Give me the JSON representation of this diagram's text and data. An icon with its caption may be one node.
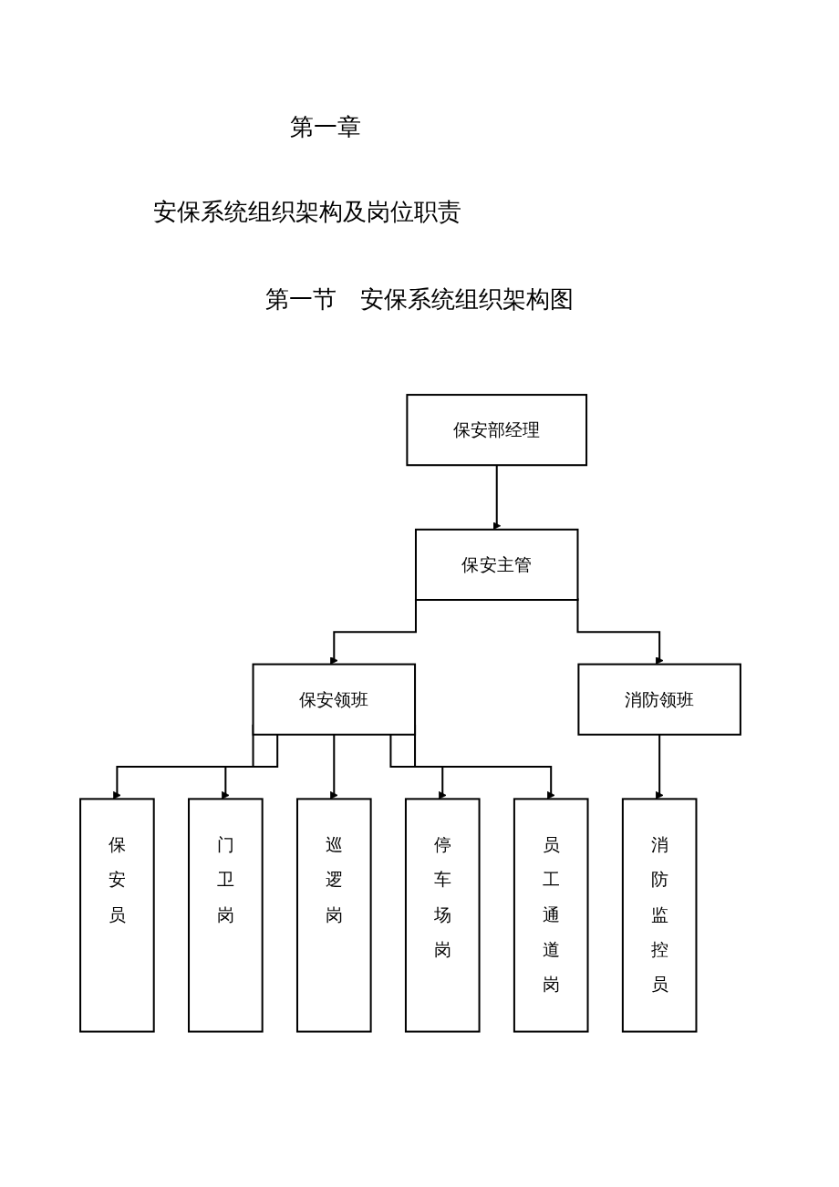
{
  "diagram": {
    "title": "第一节　安保系统组织架构图",
    "nodes": [
      {
        "text": [
          "保安部经理"
        ]
      },
      {
        "text": [
          "保安主管"
        ]
      },
      {
        "text": [
          "保安领班"
        ]
      },
      {
        "text": [
          "消防领班"
        ]
      },
      {
        "text": [
          "保安员"
        ]
      },
      {
        "text": [
          "门卫岗"
        ]
      },
      {
        "text": [
          "巡逻岗"
        ]
      },
      {
        "text": [
          "停车场岗"
        ]
      },
      {
        "text": [
          "员工通道岗"
        ]
      },
      {
        "text": [
          "消防监控员"
        ]
      }
    ],
    "edges": [
      {
        "from": 0,
        "to": 1,
        "arrow": "to"
      },
      {
        "from": 1,
        "to": 2,
        "arrow": "to"
      },
      {
        "from": 1,
        "to": 3,
        "arrow": "to"
      },
      {
        "from": 2,
        "to": 4,
        "arrow": "to"
      },
      {
        "from": 2,
        "to": 5,
        "arrow": "to"
      },
      {
        "from": 2,
        "to": 6,
        "arrow": "to"
      },
      {
        "from": 2,
        "to": 7,
        "arrow": "to"
      },
      {
        "from": 2,
        "to": 8,
        "arrow": "to"
      },
      {
        "from": 3,
        "to": 9,
        "arrow": "to"
      }
    ],
    "labels": [
      "第一章",
      "安保系统组织架构及岗位职责"
    ]
  }
}
